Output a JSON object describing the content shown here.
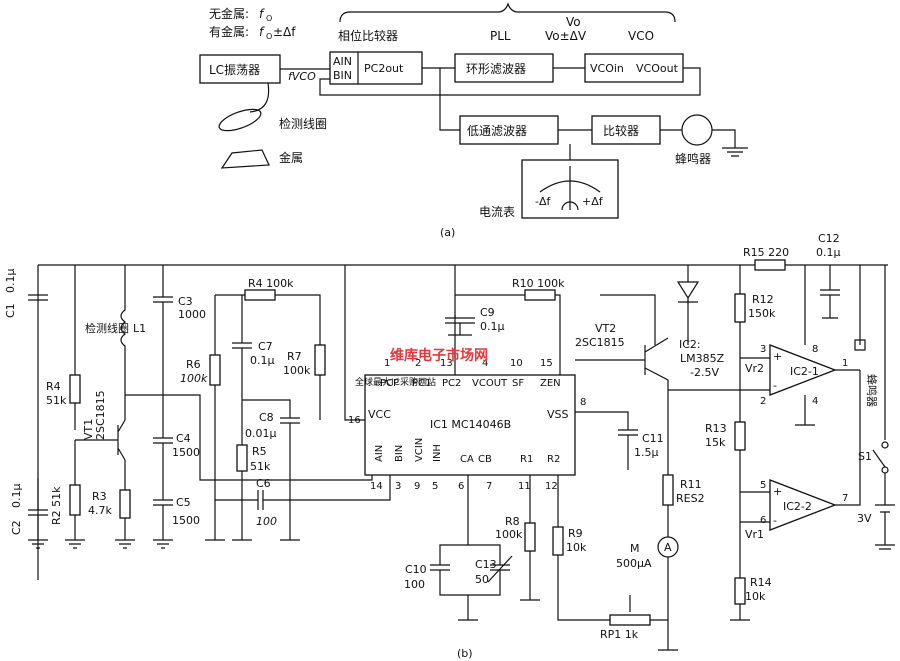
{
  "block": {
    "no_metal": "无金属:",
    "no_metal_f": "f",
    "no_metal_sub": "O",
    "with_metal": "有金属:",
    "with_metal_f": "f",
    "with_metal_sub": "O",
    "with_metal_tail": "±Δf",
    "phase_comparator": "相位比较器",
    "pll": "PLL",
    "vo": "Vo",
    "vo_dv": "Vo±ΔV",
    "vco": "VCO",
    "lc_osc": "LC振荡器",
    "ain": "AIN",
    "bin": "BIN",
    "pc2out": "PC2out",
    "loop_filter": "环形滤波器",
    "vcoin": "VCOin",
    "vcoout": "VCOout",
    "fvco": "fVCO",
    "coil": "检测线圈",
    "metal": "金属",
    "lowpass": "低通滤波器",
    "comparator": "比较器",
    "buzzer": "蜂鸣器",
    "ammeter": "电流表",
    "minus_df": "-Δf",
    "plus_df": "+Δf",
    "caption": "(a)"
  },
  "schematic": {
    "caption": "(b)",
    "c1": "C1",
    "c1_val": "0.1μ",
    "coil": "检测线圈",
    "l1": "L1",
    "c3": "C3",
    "c3_val": "1000",
    "r4": "R4 100k",
    "c7": "C7",
    "c7_val": "0.1μ",
    "r6": "R6",
    "r6_val": "100k",
    "r7": "R7",
    "r7_val": "100k",
    "c8": "C8",
    "c8_val": "0.01μ",
    "r5": "R5",
    "r5_val": "51k",
    "c6": "C6",
    "c6_val": "100",
    "r4b": "R4",
    "r4b_val": "51k",
    "vt1": "VT1",
    "vt1_type": "2SC1815",
    "c4": "C4",
    "c4_val": "1500",
    "c5": "C5",
    "c5_val": "1500",
    "c2": "C2",
    "c2_val": "0.1μ",
    "r2": "R2 51k",
    "r3": "R3",
    "r3_val": "4.7k",
    "c9": "C9",
    "c9_val": "0.1μ",
    "r10": "R10 100k",
    "ic1": "IC1 MC14046B",
    "vcc": "VCC",
    "vss": "VSS",
    "pin_pcp": "PCP",
    "pin_pc1": "PC1",
    "pin_pc2": "PC2",
    "pin_vcout": "VCOUT",
    "pin_sf": "SF",
    "pin_zen": "ZEN",
    "pin_ain": "AIN",
    "pin_bin": "BIN",
    "pin_vcin": "VCIN",
    "pin_inh": "INH",
    "pin_ca": "CA",
    "pin_cb": "CB",
    "pin_r1": "R1",
    "pin_r2": "R2",
    "n1": "1",
    "n2": "2",
    "n13": "13",
    "n4": "4",
    "n10": "10",
    "n15": "15",
    "n16": "16",
    "n8": "8",
    "n14": "14",
    "n3": "3",
    "n9": "9",
    "n5": "5",
    "n6": "6",
    "n7": "7",
    "n11": "11",
    "n12": "12",
    "r8": "R8",
    "r8_val": "100k",
    "r9": "R9",
    "r9_val": "10k",
    "c10": "C10",
    "c10_val": "100",
    "c13": "C13",
    "c13_val": "50",
    "vt2": "VT2",
    "vt2_type": "2SC1815",
    "c11": "C11",
    "c11_val": "1.5μ",
    "r11": "R11",
    "r11_val": "RES2",
    "meter": "M",
    "meter_val": "500μA",
    "meter_sym": "A",
    "rp1": "RP1 1k",
    "r15": "R15 220",
    "c12": "C12",
    "c12_val": "0.1μ",
    "r12": "R12",
    "r12_val": "150k",
    "ic2": "IC2:",
    "ic2_type": "LM385Z",
    "ic2_v": "-2.5V",
    "r13": "R13",
    "r13_val": "15k",
    "r14": "R14",
    "r14_val": "10k",
    "ic2_1": "IC2-1",
    "ic2_2": "IC2-2",
    "vr2": "Vr2",
    "vr1": "Vr1",
    "buzzer": "蜂鸣器",
    "s1": "S1",
    "batt": "3V",
    "p3": "3",
    "p2": "2",
    "p8": "8",
    "p1": "1",
    "p4": "4",
    "p5": "5",
    "p6": "6",
    "p7": "7",
    "plus": "+",
    "minus": "-",
    "watermark": "维库电子市场网",
    "watermark2": "全球最大IC采购网站"
  }
}
